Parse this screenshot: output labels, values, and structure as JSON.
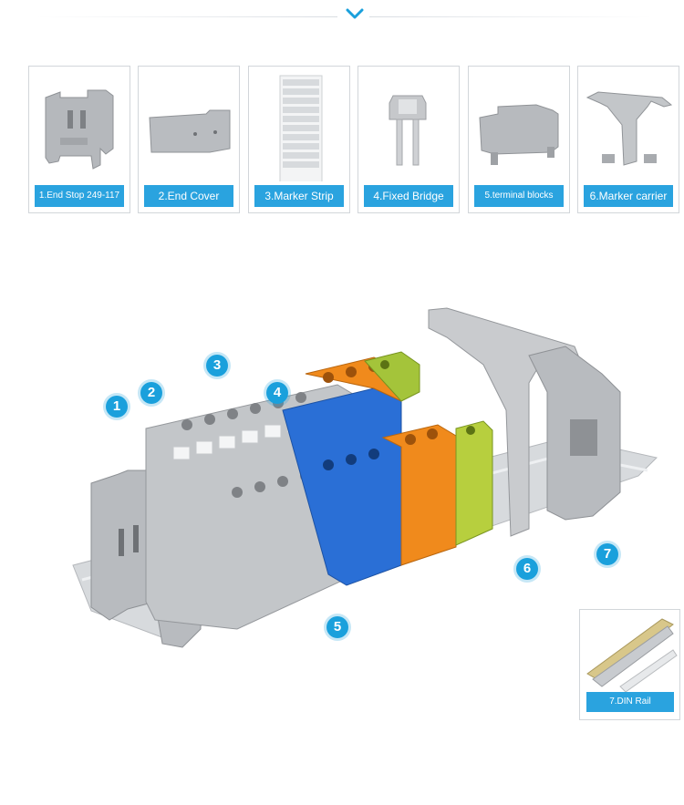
{
  "thumbnails": [
    {
      "label": "1.End Stop 249-117"
    },
    {
      "label": "2.End Cover"
    },
    {
      "label": "3.Marker Strip"
    },
    {
      "label": "4.Fixed Bridge"
    },
    {
      "label": "5.terminal blocks"
    },
    {
      "label": "6.Marker carrier"
    }
  ],
  "callouts": [
    "1",
    "2",
    "3",
    "4",
    "5",
    "6",
    "7"
  ],
  "rail_card": {
    "label": "7.DIN Rail"
  },
  "colors": {
    "accent": "#1aa0dc",
    "grey": "#b9bcc0",
    "blue": "#2a6fd6",
    "orange": "#f08a1c",
    "green_yellow": "#a4c43a"
  }
}
